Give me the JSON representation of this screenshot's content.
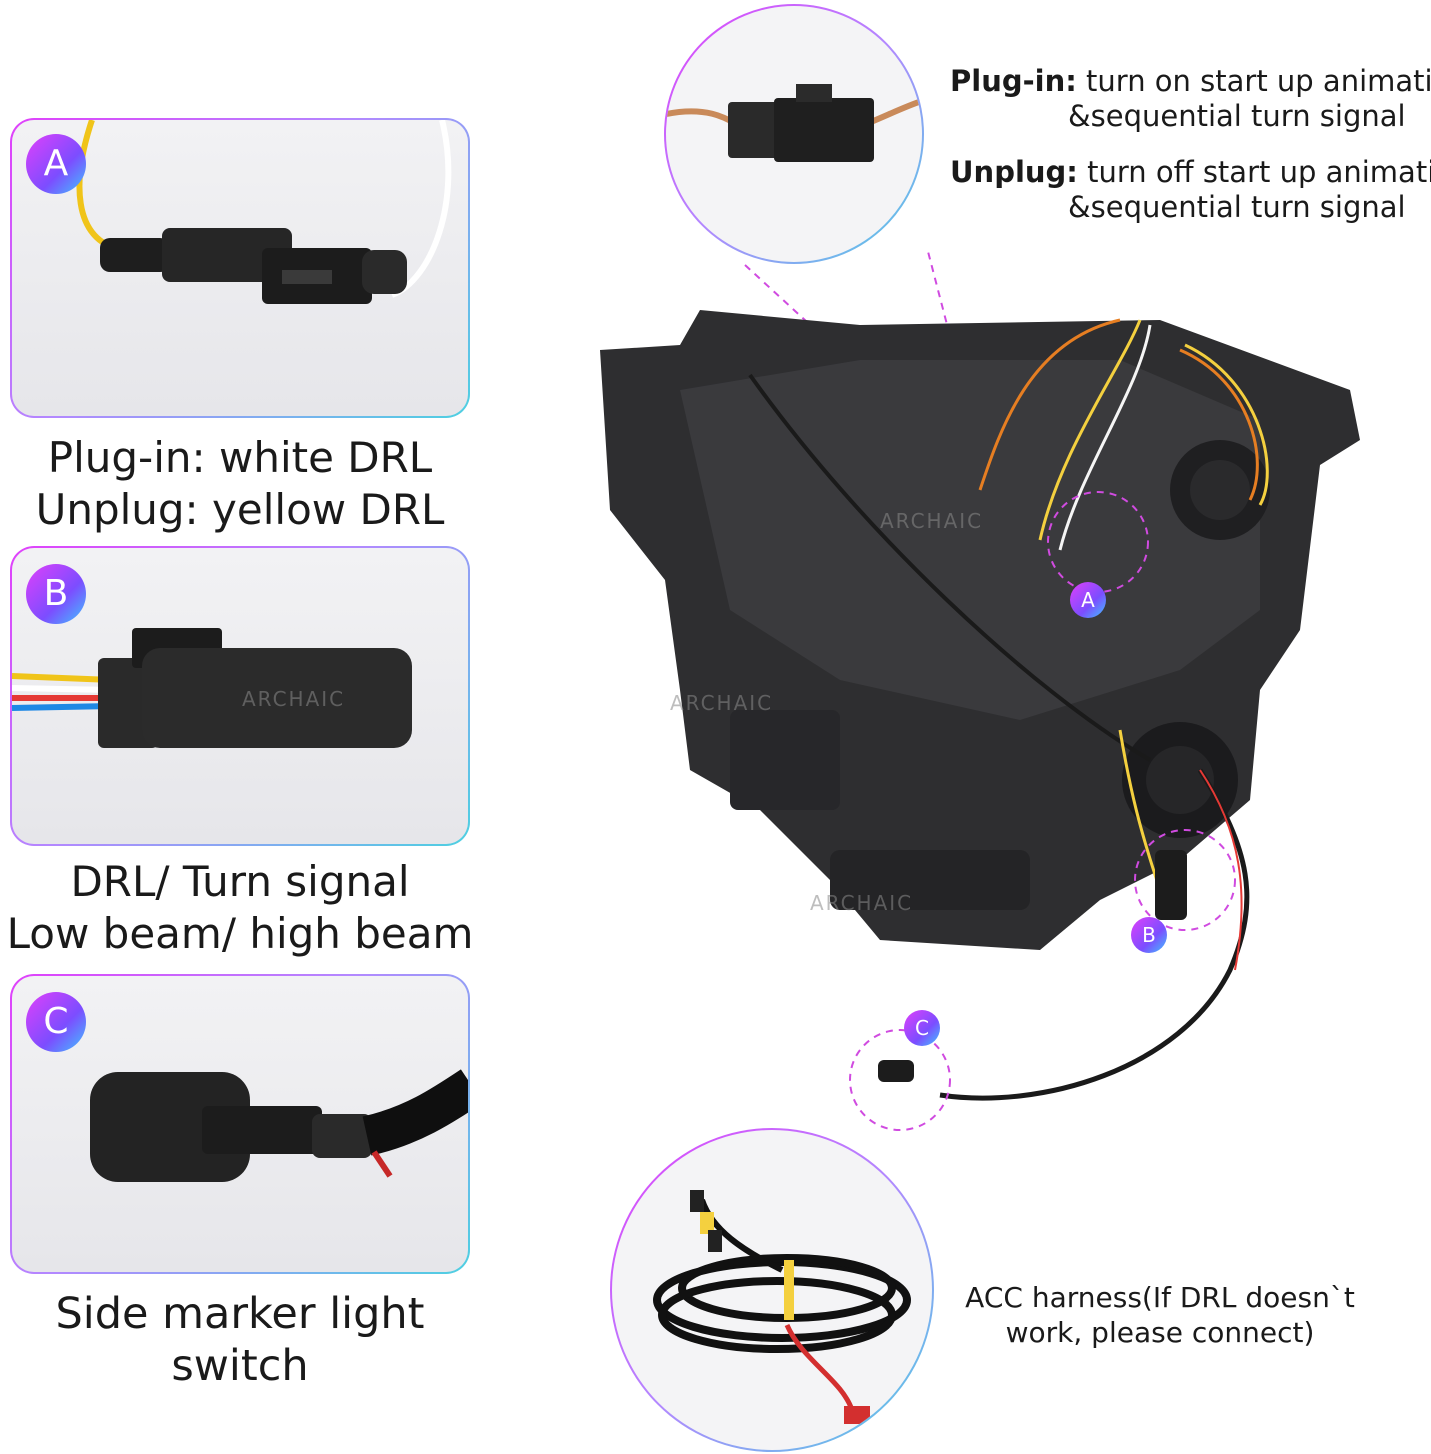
{
  "panels": [
    {
      "badge": "A",
      "caption_lines": [
        "Plug-in: white DRL",
        "Unplug: yellow DRL"
      ]
    },
    {
      "badge": "B",
      "caption_lines": [
        "DRL/ Turn signal",
        "Low beam/ high beam"
      ]
    },
    {
      "badge": "C",
      "caption_lines": [
        "Side marker light switch"
      ]
    }
  ],
  "connector_info": {
    "plug_label": "Plug-in:",
    "plug_line1": "turn on start up animation",
    "plug_line2": "&sequential turn signal",
    "unplug_label": "Unplug:",
    "unplug_line1": "turn off start up animation",
    "unplug_line2": "&sequential turn signal"
  },
  "markers": [
    "A",
    "B",
    "C"
  ],
  "watermark": "ARCHAIC",
  "acc": {
    "line1": "ACC harness(If DRL doesn`t",
    "line2": "work, please connect)"
  },
  "colors": {
    "gradient_start": "#e040fb",
    "gradient_mid": "#7c4dff",
    "gradient_end": "#40c4ff",
    "marker_dash": "#d04be0"
  },
  "icons": [
    "connector-photo",
    "headlight-photo",
    "harness-photo"
  ]
}
